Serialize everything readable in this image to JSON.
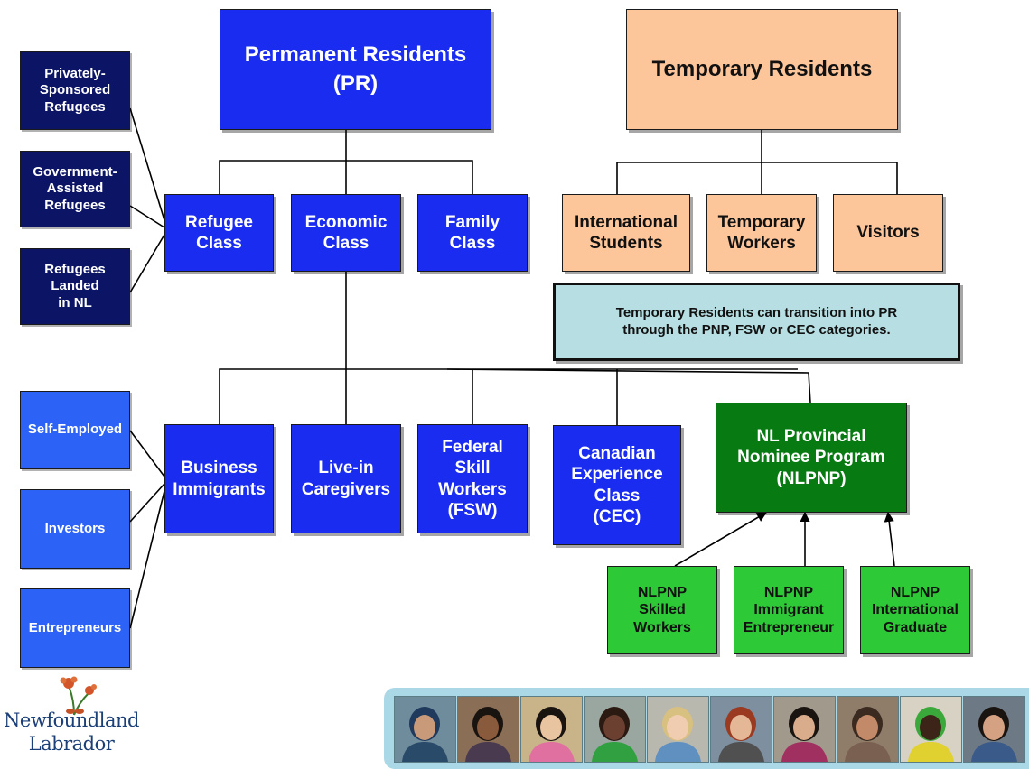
{
  "permanent_residents": {
    "label": "Permanent Residents\n(PR)"
  },
  "temporary_residents": {
    "label": "Temporary Residents"
  },
  "pr_classes": [
    {
      "label": "Refugee\nClass"
    },
    {
      "label": "Economic\nClass"
    },
    {
      "label": "Family\nClass"
    }
  ],
  "refugee_types": [
    {
      "label": "Privately-\nSponsored\nRefugees"
    },
    {
      "label": "Government-\nAssisted\nRefugees"
    },
    {
      "label": "Refugees\nLanded\nin NL"
    }
  ],
  "temp_types": [
    {
      "label": "International\nStudents"
    },
    {
      "label": "Temporary\nWorkers"
    },
    {
      "label": "Visitors"
    }
  ],
  "transition_note": "Temporary Residents can transition into PR\nthrough the  PNP, FSW or CEC categories.",
  "economic_programs": [
    {
      "label": "Business\nImmigrants"
    },
    {
      "label": "Live-in\nCaregivers"
    },
    {
      "label": "Federal\nSkill\nWorkers\n(FSW)"
    },
    {
      "label": "Canadian\nExperience\nClass\n(CEC)"
    }
  ],
  "business_types": [
    {
      "label": "Self-Employed"
    },
    {
      "label": "Investors"
    },
    {
      "label": "Entrepreneurs"
    }
  ],
  "nlpnp": {
    "label": "NL Provincial\nNominee Program\n(NLPNP)"
  },
  "nlpnp_streams": [
    {
      "label": "NLPNP\nSkilled\nWorkers"
    },
    {
      "label": "NLPNP\nImmigrant\nEntrepreneur"
    },
    {
      "label": "NLPNP\nInternational\nGraduate"
    }
  ],
  "logo": {
    "line1": "Newfoundland",
    "line2": "Labrador"
  },
  "colors": {
    "pr_blue": "#1a2cf0",
    "dark_navy": "#0b1465",
    "medium_blue": "#2c62f5",
    "temp_peach": "#fcc59a",
    "note_cyan": "#b7dfe3",
    "nlpnp_dark_green": "#087a12",
    "nlpnp_light_green": "#2ec936"
  },
  "photos": [
    {
      "icon": "person-hijab-icon"
    },
    {
      "icon": "person-man-glasses-icon"
    },
    {
      "icon": "person-child-icon"
    },
    {
      "icon": "person-woman-icon"
    },
    {
      "icon": "person-woman-blonde-icon"
    },
    {
      "icon": "person-woman-red-hair-icon"
    },
    {
      "icon": "person-woman-dark-hair-icon"
    },
    {
      "icon": "person-man-mustache-icon"
    },
    {
      "icon": "person-woman-headscarf-icon"
    },
    {
      "icon": "person-man-icon"
    }
  ]
}
